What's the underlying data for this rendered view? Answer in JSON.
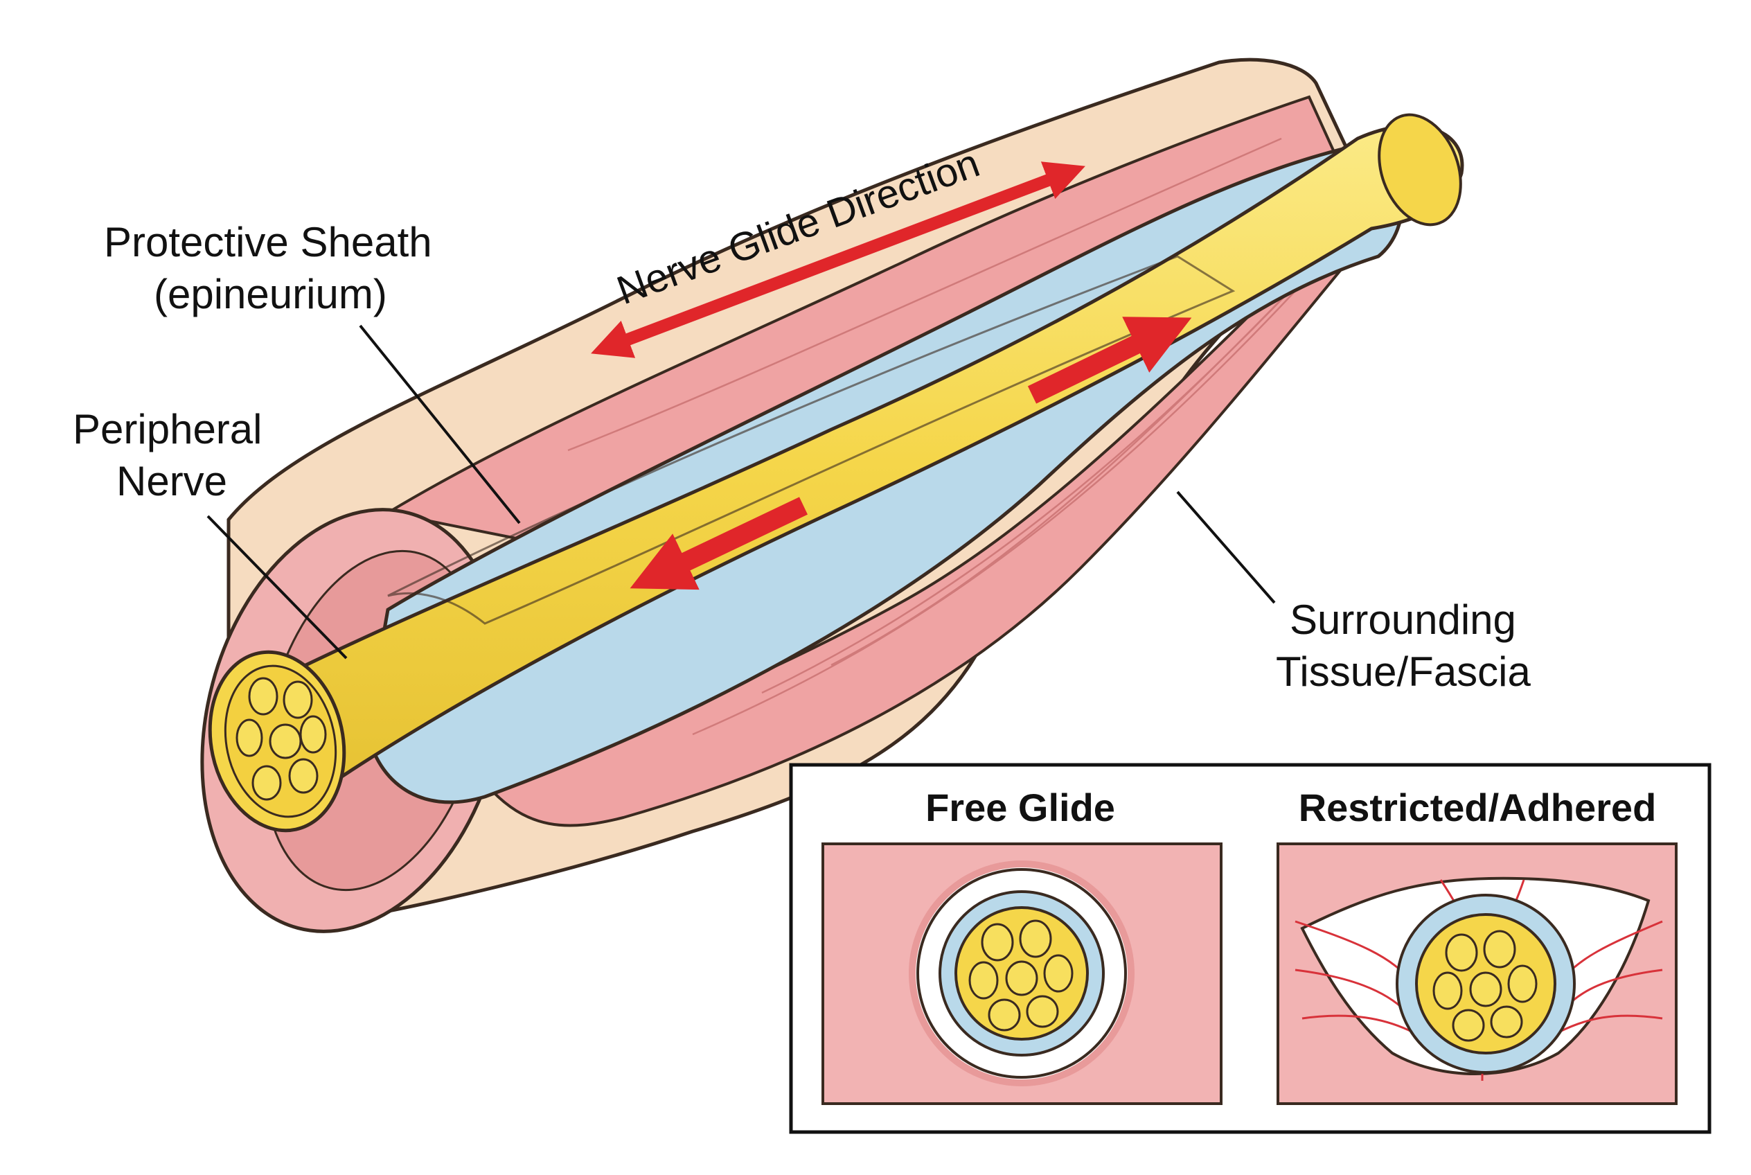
{
  "labels": {
    "protective_sheath_line1": "Protective Sheath",
    "protective_sheath_line2": "(epineurium)",
    "peripheral_nerve_line1": "Peripheral",
    "peripheral_nerve_line2": "Nerve",
    "nerve_glide_direction": "Nerve Glide Direction",
    "surrounding_tissue_line1": "Surrounding",
    "surrounding_tissue_line2": "Tissue/Fascia"
  },
  "inset": {
    "free_glide_title": "Free Glide",
    "restricted_title": "Restricted/Adhered"
  },
  "colors": {
    "nerve_yellow": "#f7dc55",
    "sheath_blue": "#b9d9ea",
    "muscle_pink": "#efa3a3",
    "fascia_cream": "#f6dcc0",
    "arrow_red": "#e0262a",
    "adhesion_red": "#d8323a"
  }
}
